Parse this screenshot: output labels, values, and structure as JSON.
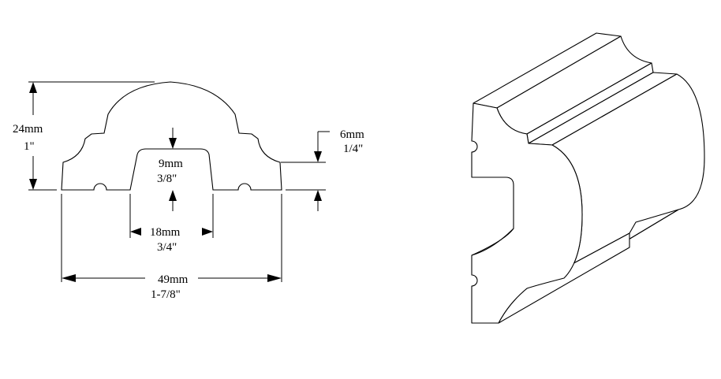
{
  "dimensions": {
    "height": {
      "mm": "24mm",
      "inch": "1\""
    },
    "step": {
      "mm": "6mm",
      "inch": "1/4\""
    },
    "channel_depth": {
      "mm": "9mm",
      "inch": "3/8\""
    },
    "channel_width": {
      "mm": "18mm",
      "inch": "3/4\""
    },
    "overall_width": {
      "mm": "49mm",
      "inch": "1-7/8\""
    }
  }
}
